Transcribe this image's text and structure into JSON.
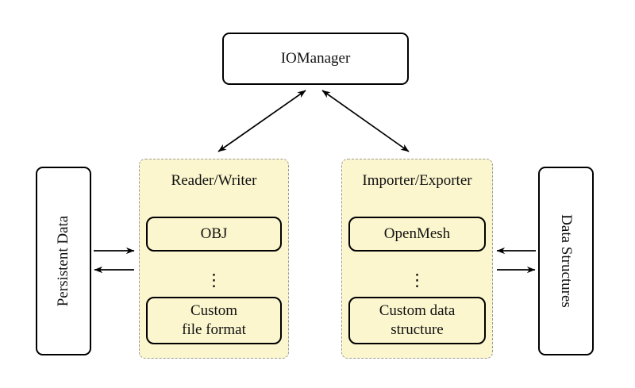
{
  "nodes": {
    "iomanager": "IOManager",
    "persistent_data": "Persistent Data",
    "data_structures": "Data Structures"
  },
  "reader_writer": {
    "header": "Reader/Writer",
    "item_top": "OBJ",
    "dots": "⋮",
    "item_bottom_line1": "Custom",
    "item_bottom_line2": "file format"
  },
  "importer_exporter": {
    "header": "Importer/Exporter",
    "item_top": "OpenMesh",
    "dots": "⋮",
    "item_bottom_line1": "Custom data",
    "item_bottom_line2": "structure"
  },
  "colors": {
    "panel_fill": "#fbf6ce",
    "panel_border": "#9b9b9b",
    "node_border": "#000000",
    "arrow": "#000000",
    "background": "#ffffff"
  }
}
